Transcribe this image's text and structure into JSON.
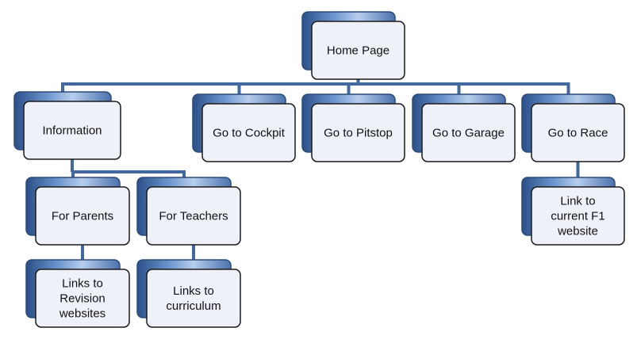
{
  "diagram": {
    "nodes": [
      {
        "id": "home",
        "label": [
          "Home Page"
        ]
      },
      {
        "id": "information",
        "label": [
          "Information"
        ]
      },
      {
        "id": "cockpit",
        "label": [
          "Go to Cockpit"
        ]
      },
      {
        "id": "pitstop",
        "label": [
          "Go to Pitstop"
        ]
      },
      {
        "id": "garage",
        "label": [
          "Go to Garage"
        ]
      },
      {
        "id": "race",
        "label": [
          "Go to Race"
        ]
      },
      {
        "id": "parents",
        "label": [
          "For Parents"
        ]
      },
      {
        "id": "teachers",
        "label": [
          "For Teachers"
        ]
      },
      {
        "id": "revision",
        "label": [
          "Links to",
          "Revision",
          "websites"
        ]
      },
      {
        "id": "curriculum",
        "label": [
          "Links to",
          "curriculum"
        ]
      },
      {
        "id": "f1",
        "label": [
          "Link to",
          "current F1",
          "website"
        ]
      }
    ],
    "edges": [
      {
        "from": "home",
        "to": "information"
      },
      {
        "from": "home",
        "to": "cockpit"
      },
      {
        "from": "home",
        "to": "pitstop"
      },
      {
        "from": "home",
        "to": "garage"
      },
      {
        "from": "home",
        "to": "race"
      },
      {
        "from": "information",
        "to": "parents"
      },
      {
        "from": "information",
        "to": "teachers"
      },
      {
        "from": "parents",
        "to": "revision"
      },
      {
        "from": "teachers",
        "to": "curriculum"
      },
      {
        "from": "race",
        "to": "f1"
      }
    ]
  }
}
